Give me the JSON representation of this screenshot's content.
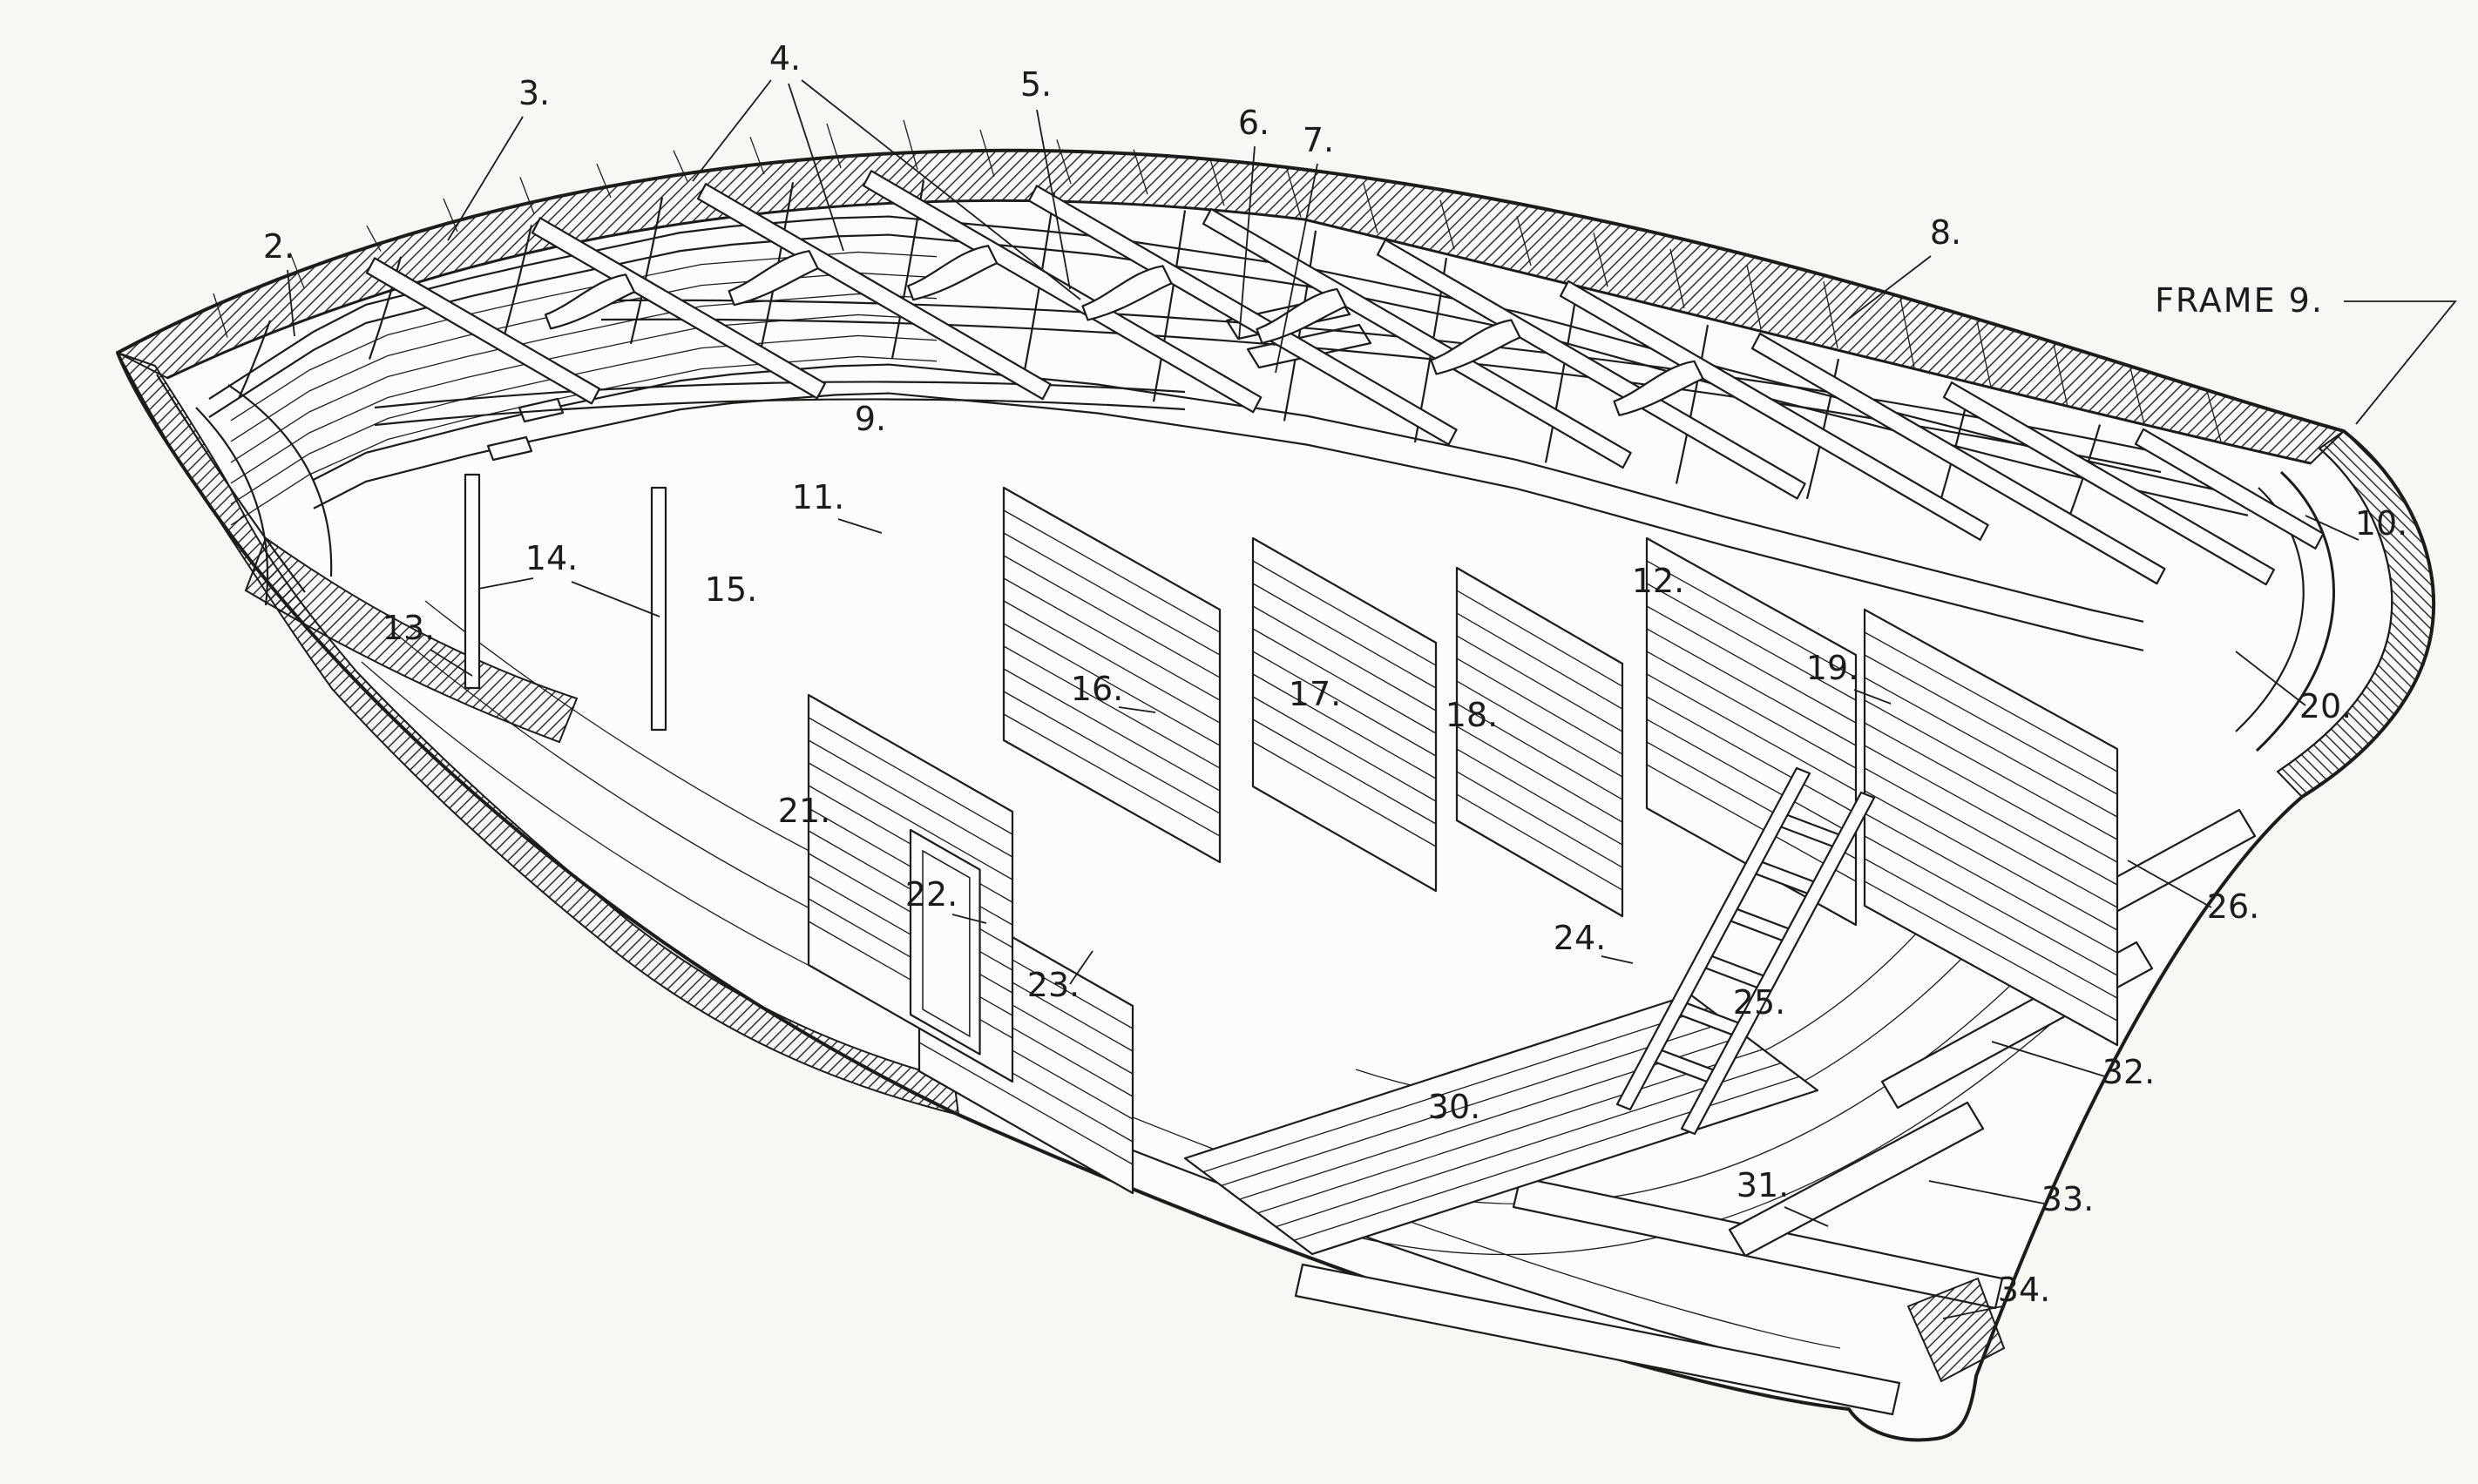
{
  "colors": {
    "ink": "#1c1c1c",
    "paper": "#fcfcfa"
  },
  "labels": [
    {
      "id": "2",
      "text": "2."
    },
    {
      "id": "3",
      "text": "3."
    },
    {
      "id": "4",
      "text": "4."
    },
    {
      "id": "5",
      "text": "5."
    },
    {
      "id": "6",
      "text": "6."
    },
    {
      "id": "7",
      "text": "7."
    },
    {
      "id": "8",
      "text": "8."
    },
    {
      "id": "frame-9",
      "text": "FRAME 9."
    },
    {
      "id": "9",
      "text": "9."
    },
    {
      "id": "10",
      "text": "10."
    },
    {
      "id": "11",
      "text": "11."
    },
    {
      "id": "12",
      "text": "12."
    },
    {
      "id": "13",
      "text": "13."
    },
    {
      "id": "14",
      "text": "14."
    },
    {
      "id": "15",
      "text": "15."
    },
    {
      "id": "16",
      "text": "16."
    },
    {
      "id": "17",
      "text": "17."
    },
    {
      "id": "18",
      "text": "18."
    },
    {
      "id": "19",
      "text": "19."
    },
    {
      "id": "20",
      "text": "20."
    },
    {
      "id": "21",
      "text": "21."
    },
    {
      "id": "22",
      "text": "22."
    },
    {
      "id": "23",
      "text": "23."
    },
    {
      "id": "24",
      "text": "24."
    },
    {
      "id": "25",
      "text": "25."
    },
    {
      "id": "26",
      "text": "26."
    },
    {
      "id": "30",
      "text": "30."
    },
    {
      "id": "31",
      "text": "31."
    },
    {
      "id": "32",
      "text": "32."
    },
    {
      "id": "33",
      "text": "33."
    },
    {
      "id": "34",
      "text": "34."
    }
  ]
}
